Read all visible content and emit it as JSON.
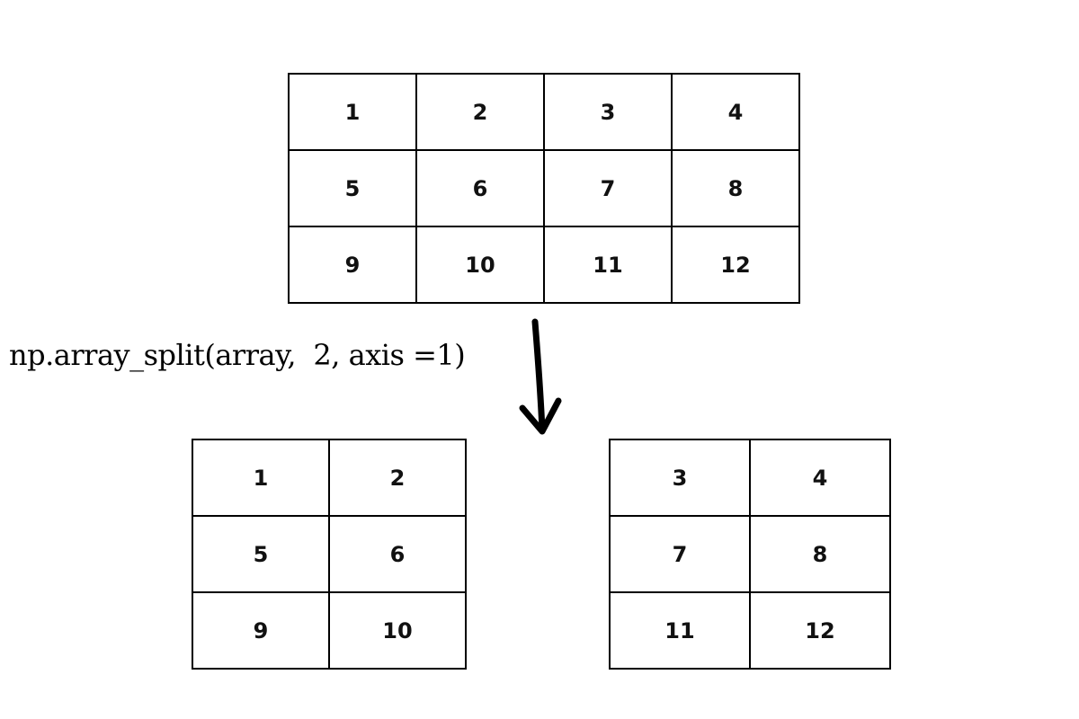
{
  "source": {
    "rows": [
      [
        "1",
        "2",
        "3",
        "4"
      ],
      [
        "5",
        "6",
        "7",
        "8"
      ],
      [
        "9",
        "10",
        "11",
        "12"
      ]
    ]
  },
  "operation": {
    "label": "np.array_split(array,  2, axis =1)"
  },
  "results": [
    {
      "rows": [
        [
          "1",
          "2"
        ],
        [
          "5",
          "6"
        ],
        [
          "9",
          "10"
        ]
      ]
    },
    {
      "rows": [
        [
          "3",
          "4"
        ],
        [
          "7",
          "8"
        ],
        [
          "11",
          "12"
        ]
      ]
    }
  ],
  "colors": {
    "border": "#000000",
    "text": "#111111",
    "background": "#ffffff"
  }
}
